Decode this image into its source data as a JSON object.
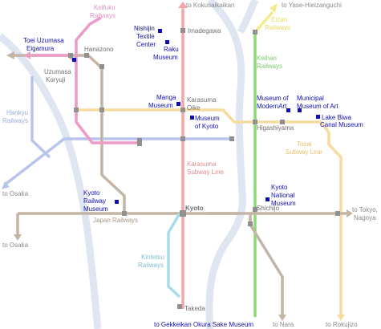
{
  "destinations": {
    "kokusaikaikan": "to Kokusaikaikan",
    "yase": "to Yase-Hieizanguchi",
    "osaka_upper": "to Osaka",
    "osaka_lower": "to Osaka",
    "tokyo": "to Tokyo,",
    "nagoya": "Nagoya",
    "nara": "to Nara",
    "rokujizo": "to Rokujizo",
    "gekkeikan": "to Gekkeikan Okura Sake Museum"
  },
  "railways": {
    "keifuku": [
      "Keifuku",
      "Railways"
    ],
    "eizan": [
      "Eizan",
      "Railways"
    ],
    "keihan": [
      "Keihan",
      "Railways"
    ],
    "hankyu": [
      "Hankyu",
      "Railways"
    ],
    "karasuma": [
      "Karasuma",
      "Subway Line"
    ],
    "tozai": [
      "Tozai",
      "Subway Line"
    ],
    "jr": "Japan Railways",
    "kintetsu": [
      "Kintetsu",
      "Railways"
    ]
  },
  "stations": {
    "imadegawa": "Imadegawa",
    "hanazono": "Hanazono",
    "uzumasa": [
      "Uzumasa",
      "Koryuji"
    ],
    "karasuma_oike": [
      "Karasuma",
      "Oike"
    ],
    "higashiyama": "Higashiyama",
    "kyoto": "Kyoto",
    "shichijo": "Shichijo",
    "takeda": "Takeda"
  },
  "museums": {
    "toei": [
      "Toei Uzumasa",
      "Eigamura"
    ],
    "nishijin": [
      "Nishijin",
      "Textile",
      "Center"
    ],
    "raku": [
      "Raku",
      "Museum"
    ],
    "manga": [
      "Manga",
      "Museum"
    ],
    "kyoto_museum": [
      "Museum",
      "of Kyoto"
    ],
    "modern_art": [
      "Museum of",
      "ModernArt"
    ],
    "municipal": [
      "Municipal",
      "Museum of Art"
    ],
    "biwa": [
      "Lake Biwa",
      "Canal Museum"
    ],
    "national": [
      "Kyoto",
      "National",
      "Museum"
    ],
    "railway": [
      "Kyoto",
      "Railway",
      "Museum"
    ]
  },
  "colors": {
    "karasuma": "#f4a6a6",
    "keihan": "#8ed87a",
    "tozai": "#f6dca0",
    "jr": "#c4b4a4",
    "keifuku": "#ec9ac8",
    "eizan": "#f4ec8a",
    "hankyu": "#b8c4ec",
    "kintetsu": "#a8dcec",
    "river": "#dfe6f2",
    "museum": "#1010b0",
    "dest_label": "#8a8a8a"
  }
}
